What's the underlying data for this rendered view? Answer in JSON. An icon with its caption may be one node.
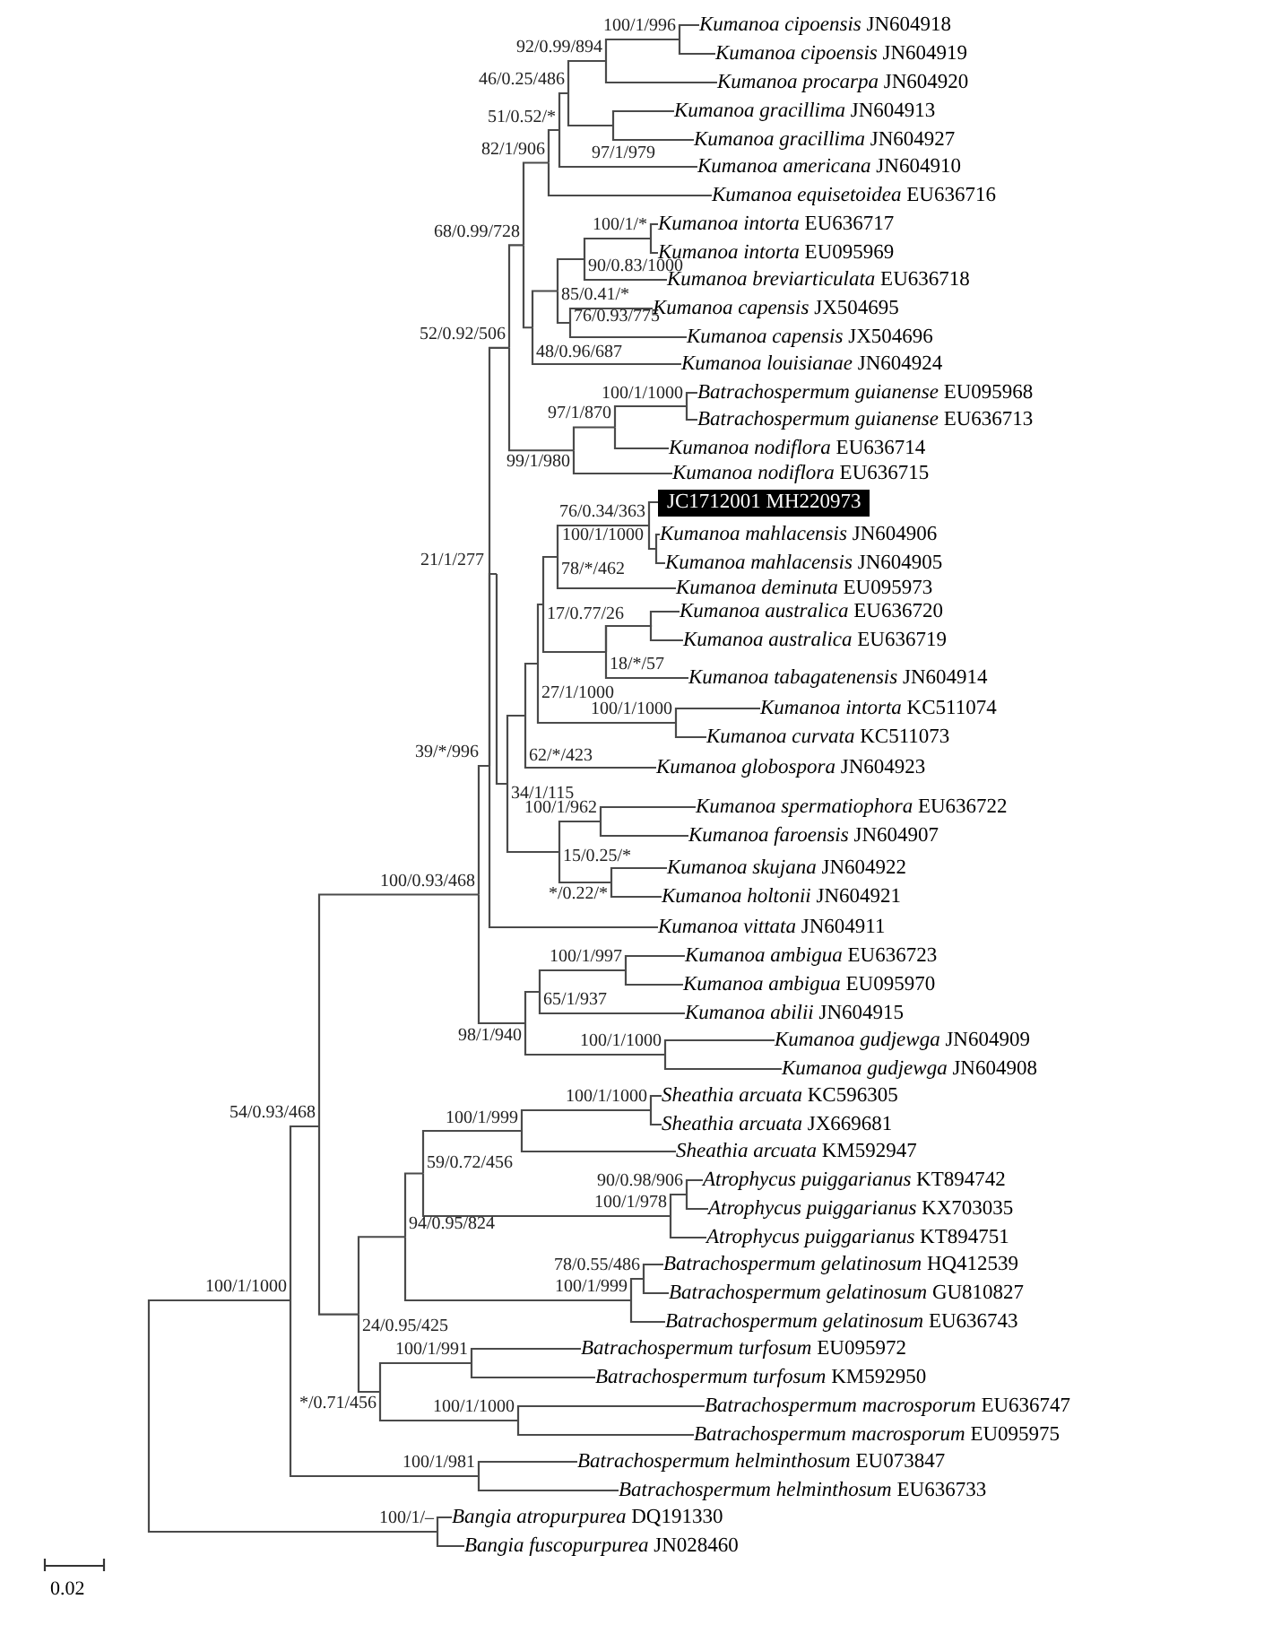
{
  "diagram": {
    "nodes": [
      {
        "text": [
          "*Kumanoa cipoensis* JN604918"
        ]
      },
      {
        "text": [
          "*Kumanoa cipoensis* JN604919"
        ]
      },
      {
        "text": [
          "*Kumanoa procarpa* JN604920"
        ]
      },
      {
        "text": [
          "*Kumanoa gracillima* JN604913"
        ]
      },
      {
        "text": [
          "*Kumanoa gracillima* JN604927"
        ]
      },
      {
        "text": [
          "*Kumanoa americana* JN604910"
        ]
      },
      {
        "text": [
          "*Kumanoa equisetoidea* EU636716"
        ]
      },
      {
        "text": [
          "*Kumanoa intorta* EU636717"
        ]
      },
      {
        "text": [
          "*Kumanoa intorta* EU095969"
        ]
      },
      {
        "text": [
          "*Kumanoa breviarticulata* EU636718"
        ]
      },
      {
        "text": [
          "*Kumanoa capensis* JX504695"
        ]
      },
      {
        "text": [
          "*Kumanoa capensis* JX504696"
        ]
      },
      {
        "text": [
          "*Kumanoa louisianae* JN604924"
        ]
      },
      {
        "text": [
          "*Batrachospermum guianense* EU095968"
        ]
      },
      {
        "text": [
          "*Batrachospermum guianense* EU636713"
        ]
      },
      {
        "text": [
          "*Kumanoa nodiflora* EU636714"
        ]
      },
      {
        "text": [
          "*Kumanoa nodiflora* EU636715"
        ]
      },
      {
        "text": [
          "JC1712001 MH220973"
        ]
      },
      {
        "text": [
          "*Kumanoa mahlacensis* JN604906"
        ]
      },
      {
        "text": [
          "*Kumanoa mahlacensis* JN604905"
        ]
      },
      {
        "text": [
          "*Kumanoa deminuta* EU095973"
        ]
      },
      {
        "text": [
          "*Kumanoa australica* EU636720"
        ]
      },
      {
        "text": [
          "*Kumanoa australica* EU636719"
        ]
      },
      {
        "text": [
          "*Kumanoa tabagatenensis* JN604914"
        ]
      },
      {
        "text": [
          "*Kumanoa intorta* KC511074"
        ]
      },
      {
        "text": [
          "*Kumanoa curvata* KC511073"
        ]
      },
      {
        "text": [
          "*Kumanoa globospora* JN604923"
        ]
      },
      {
        "text": [
          "*Kumanoa spermatiophora* EU636722"
        ]
      },
      {
        "text": [
          "*Kumanoa faroensis* JN604907"
        ]
      },
      {
        "text": [
          "*Kumanoa skujana* JN604922"
        ]
      },
      {
        "text": [
          "*Kumanoa holtonii* JN604921"
        ]
      },
      {
        "text": [
          "*Kumanoa vittata* JN604911"
        ]
      },
      {
        "text": [
          "*Kumanoa ambigua* EU636723"
        ]
      },
      {
        "text": [
          "*Kumanoa ambigua* EU095970"
        ]
      },
      {
        "text": [
          "*Kumanoa abilii* JN604915"
        ]
      },
      {
        "text": [
          "*Kumanoa gudjewga* JN604909"
        ]
      },
      {
        "text": [
          "*Kumanoa gudjewga* JN604908"
        ]
      },
      {
        "text": [
          "*Sheathia arcuata* KC596305"
        ]
      },
      {
        "text": [
          "*Sheathia arcuata* JX669681"
        ]
      },
      {
        "text": [
          "*Sheathia arcuata* KM592947"
        ]
      },
      {
        "text": [
          "*Atrophycus puiggarianus* KT894742"
        ]
      },
      {
        "text": [
          "*Atrophycus puiggarianus* KX703035"
        ]
      },
      {
        "text": [
          "*Atrophycus puiggarianus* KT894751"
        ]
      },
      {
        "text": [
          "*Batrachospermum gelatinosum* HQ412539"
        ]
      },
      {
        "text": [
          "*Batrachospermum gelatinosum* GU810827"
        ]
      },
      {
        "text": [
          "*Batrachospermum gelatinosum* EU636743"
        ]
      },
      {
        "text": [
          "*Batrachospermum turfosum* EU095972"
        ]
      },
      {
        "text": [
          "*Batrachospermum turfosum* KM592950"
        ]
      },
      {
        "text": [
          "*Batrachospermum macrosporum* EU636747"
        ]
      },
      {
        "text": [
          "*Batrachospermum macrosporum* EU095975"
        ]
      },
      {
        "text": [
          "*Batrachospermum helminthosum* EU073847"
        ]
      },
      {
        "text": [
          "*Batrachospermum helminthosum* EU636733"
        ]
      },
      {
        "text": [
          "*Bangia atropurpurea* DQ191330"
        ]
      },
      {
        "text": [
          "*Bangia fuscopurpurea* JN028460"
        ]
      },
      {
        "text": [
          "100/1/996"
        ]
      },
      {
        "text": [
          "92/0.99/894"
        ]
      },
      {
        "text": [
          "46/0.25/486"
        ]
      },
      {
        "text": [
          "51/0.52/*"
        ]
      },
      {
        "text": [
          "82/1/906"
        ]
      },
      {
        "text": [
          "97/1/979"
        ]
      },
      {
        "text": [
          "68/0.99/728"
        ]
      },
      {
        "text": [
          "100/1/*"
        ]
      },
      {
        "text": [
          "90/0.83/1000"
        ]
      },
      {
        "text": [
          "85/0.41/*"
        ]
      },
      {
        "text": [
          "76/0.93/775"
        ]
      },
      {
        "text": [
          "52/0.92/506"
        ]
      },
      {
        "text": [
          "48/0.96/687"
        ]
      },
      {
        "text": [
          "100/1/1000"
        ]
      },
      {
        "text": [
          "97/1/870"
        ]
      },
      {
        "text": [
          "99/1/980"
        ]
      },
      {
        "text": [
          "76/0.34/363"
        ]
      },
      {
        "text": [
          "100/1/1000"
        ]
      },
      {
        "text": [
          "21/1/277"
        ]
      },
      {
        "text": [
          "78/*/462"
        ]
      },
      {
        "text": [
          "17/0.77/26"
        ]
      },
      {
        "text": [
          "18/*/57"
        ]
      },
      {
        "text": [
          "27/1/1000"
        ]
      },
      {
        "text": [
          "100/1/1000"
        ]
      },
      {
        "text": [
          "39/*/996"
        ]
      },
      {
        "text": [
          "62/*/423"
        ]
      },
      {
        "text": [
          "34/1/115"
        ]
      },
      {
        "text": [
          "100/1/962"
        ]
      },
      {
        "text": [
          "15/0.25/*"
        ]
      },
      {
        "text": [
          "100/0.93/468"
        ]
      },
      {
        "text": [
          "*/0.22/*"
        ]
      },
      {
        "text": [
          "100/1/997"
        ]
      },
      {
        "text": [
          "65/1/937"
        ]
      },
      {
        "text": [
          "98/1/940"
        ]
      },
      {
        "text": [
          "100/1/1000"
        ]
      },
      {
        "text": [
          "100/1/1000"
        ]
      },
      {
        "text": [
          "100/1/999"
        ]
      },
      {
        "text": [
          "54/0.93/468"
        ]
      },
      {
        "text": [
          "59/0.72/456"
        ]
      },
      {
        "text": [
          "90/0.98/906"
        ]
      },
      {
        "text": [
          "100/1/978"
        ]
      },
      {
        "text": [
          "94/0.95/824"
        ]
      },
      {
        "text": [
          "78/0.55/486"
        ]
      },
      {
        "text": [
          "100/1/999"
        ]
      },
      {
        "text": [
          "100/1/1000"
        ]
      },
      {
        "text": [
          "24/0.95/425"
        ]
      },
      {
        "text": [
          "100/1/991"
        ]
      },
      {
        "text": [
          "*/0.71/456"
        ]
      },
      {
        "text": [
          "100/1/1000"
        ]
      },
      {
        "text": [
          "100/1/981"
        ]
      },
      {
        "text": [
          "100/1/–"
        ]
      }
    ],
    "edges": [
      {
        "from": 54,
        "to": 0,
        "arrow": "none"
      },
      {
        "from": 54,
        "to": 1,
        "arrow": "none"
      },
      {
        "from": 55,
        "to": 54,
        "arrow": "none"
      },
      {
        "from": 55,
        "to": 2,
        "arrow": "none"
      },
      {
        "from": 59,
        "to": 3,
        "arrow": "none"
      },
      {
        "from": 59,
        "to": 4,
        "arrow": "none"
      },
      {
        "from": 56,
        "to": 55,
        "arrow": "none"
      },
      {
        "from": 56,
        "to": 59,
        "arrow": "none"
      },
      {
        "from": 57,
        "to": 56,
        "arrow": "none"
      },
      {
        "from": 57,
        "to": 5,
        "arrow": "none"
      },
      {
        "from": 58,
        "to": 57,
        "arrow": "none"
      },
      {
        "from": 58,
        "to": 6,
        "arrow": "none"
      },
      {
        "from": 61,
        "to": 7,
        "arrow": "none"
      },
      {
        "from": 61,
        "to": 8,
        "arrow": "none"
      },
      {
        "from": 62,
        "to": 61,
        "arrow": "none"
      },
      {
        "from": 62,
        "to": 9,
        "arrow": "none"
      },
      {
        "from": 64,
        "to": 10,
        "arrow": "none"
      },
      {
        "from": 64,
        "to": 11,
        "arrow": "none"
      },
      {
        "from": 63,
        "to": 62,
        "arrow": "none"
      },
      {
        "from": 63,
        "to": 64,
        "arrow": "none"
      },
      {
        "from": 66,
        "to": 63,
        "arrow": "none"
      },
      {
        "from": 66,
        "to": 12,
        "arrow": "none"
      },
      {
        "from": 60,
        "to": 58,
        "arrow": "none"
      },
      {
        "from": 60,
        "to": 66,
        "arrow": "none"
      },
      {
        "from": 67,
        "to": 13,
        "arrow": "none"
      },
      {
        "from": 67,
        "to": 14,
        "arrow": "none"
      },
      {
        "from": 68,
        "to": 67,
        "arrow": "none"
      },
      {
        "from": 68,
        "to": 15,
        "arrow": "none"
      },
      {
        "from": 69,
        "to": 68,
        "arrow": "none"
      },
      {
        "from": 69,
        "to": 16,
        "arrow": "none"
      },
      {
        "from": 65,
        "to": 60,
        "arrow": "none"
      },
      {
        "from": 65,
        "to": 69,
        "arrow": "none"
      },
      {
        "from": 71,
        "to": 18,
        "arrow": "none"
      },
      {
        "from": 71,
        "to": 19,
        "arrow": "none"
      },
      {
        "from": 70,
        "to": 17,
        "arrow": "none"
      },
      {
        "from": 70,
        "to": 71,
        "arrow": "none"
      },
      {
        "from": 73,
        "to": 70,
        "arrow": "none"
      },
      {
        "from": 73,
        "to": 20,
        "arrow": "none"
      },
      {
        "from": 75,
        "to": 21,
        "arrow": "none"
      },
      {
        "from": 75,
        "to": 22,
        "arrow": "none"
      },
      {
        "from": 75,
        "to": 23,
        "arrow": "none"
      },
      {
        "from": 74,
        "to": 73,
        "arrow": "none"
      },
      {
        "from": 74,
        "to": 75,
        "arrow": "none"
      },
      {
        "from": 77,
        "to": 24,
        "arrow": "none"
      },
      {
        "from": 77,
        "to": 25,
        "arrow": "none"
      },
      {
        "from": 76,
        "to": 74,
        "arrow": "none"
      },
      {
        "from": 76,
        "to": 77,
        "arrow": "none"
      },
      {
        "from": 79,
        "to": 76,
        "arrow": "none"
      },
      {
        "from": 79,
        "to": 26,
        "arrow": "none"
      },
      {
        "from": 81,
        "to": 27,
        "arrow": "none"
      },
      {
        "from": 81,
        "to": 28,
        "arrow": "none"
      },
      {
        "from": 84,
        "to": 29,
        "arrow": "none"
      },
      {
        "from": 84,
        "to": 30,
        "arrow": "none"
      },
      {
        "from": 82,
        "to": 81,
        "arrow": "none"
      },
      {
        "from": 82,
        "to": 84,
        "arrow": "none"
      },
      {
        "from": 80,
        "to": 79,
        "arrow": "none"
      },
      {
        "from": 80,
        "to": 82,
        "arrow": "none"
      },
      {
        "from": 72,
        "to": 80,
        "arrow": "none"
      },
      {
        "from": 78,
        "to": 65,
        "arrow": "none"
      },
      {
        "from": 78,
        "to": 72,
        "arrow": "none"
      },
      {
        "from": 78,
        "to": 31,
        "arrow": "none"
      },
      {
        "from": 85,
        "to": 32,
        "arrow": "none"
      },
      {
        "from": 85,
        "to": 33,
        "arrow": "none"
      },
      {
        "from": 86,
        "to": 85,
        "arrow": "none"
      },
      {
        "from": 86,
        "to": 34,
        "arrow": "none"
      },
      {
        "from": 88,
        "to": 35,
        "arrow": "none"
      },
      {
        "from": 88,
        "to": 36,
        "arrow": "none"
      },
      {
        "from": 87,
        "to": 86,
        "arrow": "none"
      },
      {
        "from": 87,
        "to": 88,
        "arrow": "none"
      },
      {
        "from": 83,
        "to": 78,
        "arrow": "none"
      },
      {
        "from": 83,
        "to": 87,
        "arrow": "none"
      },
      {
        "from": 89,
        "to": 37,
        "arrow": "none"
      },
      {
        "from": 89,
        "to": 38,
        "arrow": "none"
      },
      {
        "from": 90,
        "to": 89,
        "arrow": "none"
      },
      {
        "from": 90,
        "to": 39,
        "arrow": "none"
      },
      {
        "from": 93,
        "to": 40,
        "arrow": "none"
      },
      {
        "from": 93,
        "to": 41,
        "arrow": "none"
      },
      {
        "from": 94,
        "to": 93,
        "arrow": "none"
      },
      {
        "from": 94,
        "to": 42,
        "arrow": "none"
      },
      {
        "from": 92,
        "to": 90,
        "arrow": "none"
      },
      {
        "from": 92,
        "to": 94,
        "arrow": "none"
      },
      {
        "from": 96,
        "to": 43,
        "arrow": "none"
      },
      {
        "from": 96,
        "to": 44,
        "arrow": "none"
      },
      {
        "from": 97,
        "to": 96,
        "arrow": "none"
      },
      {
        "from": 97,
        "to": 45,
        "arrow": "none"
      },
      {
        "from": 95,
        "to": 92,
        "arrow": "none"
      },
      {
        "from": 95,
        "to": 97,
        "arrow": "none"
      },
      {
        "from": 100,
        "to": 46,
        "arrow": "none"
      },
      {
        "from": 100,
        "to": 47,
        "arrow": "none"
      },
      {
        "from": 102,
        "to": 48,
        "arrow": "none"
      },
      {
        "from": 102,
        "to": 49,
        "arrow": "none"
      },
      {
        "from": 101,
        "to": 100,
        "arrow": "none"
      },
      {
        "from": 101,
        "to": 102,
        "arrow": "none"
      },
      {
        "from": 99,
        "to": 95,
        "arrow": "none"
      },
      {
        "from": 99,
        "to": 101,
        "arrow": "none"
      },
      {
        "from": 91,
        "to": 83,
        "arrow": "none"
      },
      {
        "from": 91,
        "to": 99,
        "arrow": "none"
      },
      {
        "from": 103,
        "to": 50,
        "arrow": "none"
      },
      {
        "from": 103,
        "to": 51,
        "arrow": "none"
      },
      {
        "from": 98,
        "to": 91,
        "arrow": "none"
      },
      {
        "from": 98,
        "to": 103,
        "arrow": "none"
      },
      {
        "from": 104,
        "to": 52,
        "arrow": "none"
      },
      {
        "from": 104,
        "to": 53,
        "arrow": "none"
      },
      {
        "from": 98,
        "to": 104,
        "arrow": "none"
      }
    ],
    "labels": [
      "0.02"
    ]
  }
}
